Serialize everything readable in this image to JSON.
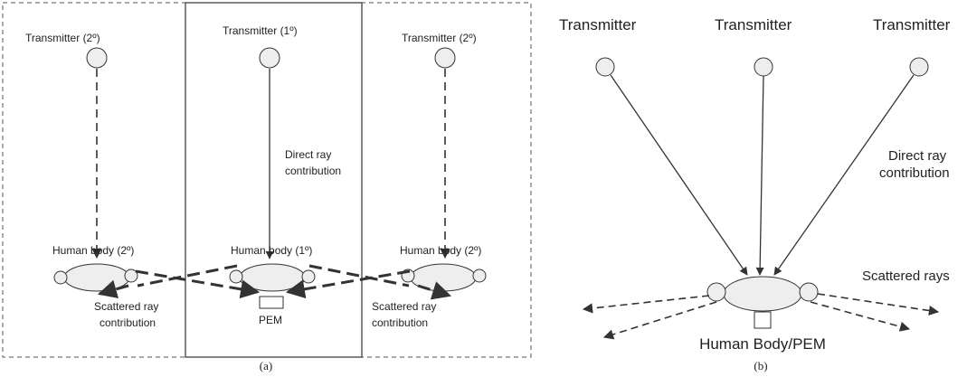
{
  "panel_a": {
    "left": {
      "transmitter_label": "Transmitter (2º)",
      "body_label": "Human body (2º)",
      "scattered_label_line1": "Scattered ray",
      "scattered_label_line2": "contribution"
    },
    "center": {
      "transmitter_label": "Transmitter (1º)",
      "direct_label_line1": "Direct ray",
      "direct_label_line2": "contribution",
      "body_label": "Human body (1º)",
      "pem_label": "PEM"
    },
    "right": {
      "transmitter_label": "Transmitter (2º)",
      "body_label": "Human body (2º)",
      "scattered_label_line1": "Scattered ray",
      "scattered_label_line2": "contribution"
    },
    "caption": "(a)"
  },
  "panel_b": {
    "transmitter_labels": [
      "Transmitter",
      "Transmitter",
      "Transmitter"
    ],
    "direct_label_line1": "Direct ray",
    "direct_label_line2": "contribution",
    "scattered_label": "Scattered rays",
    "body_label": "Human Body/PEM",
    "caption": "(b)"
  },
  "colors": {
    "stroke": "#333333",
    "node_fill": "#eeeeee",
    "background": "#ffffff"
  }
}
